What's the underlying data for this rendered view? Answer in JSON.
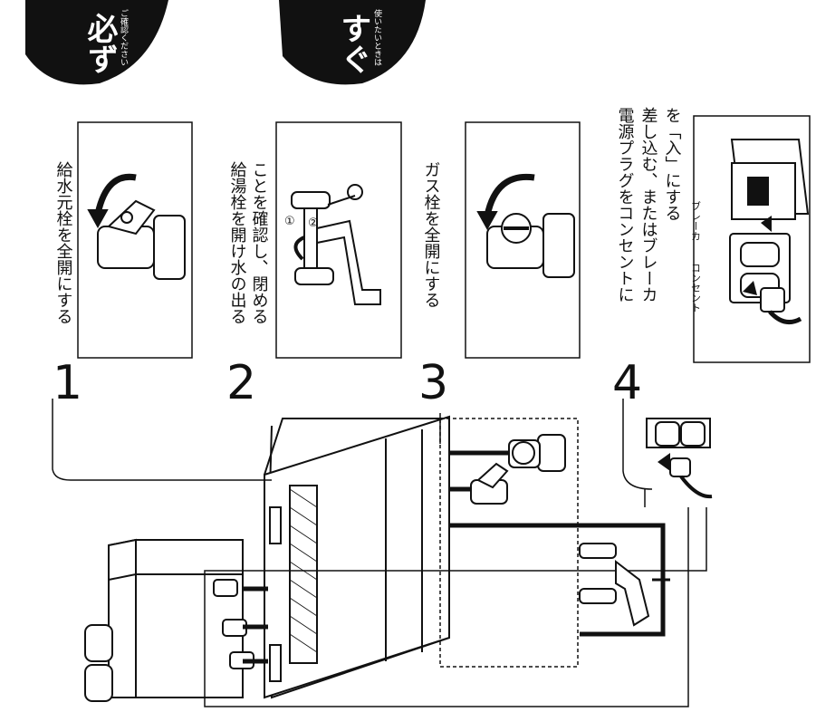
{
  "badges": {
    "left": {
      "main": "必ず",
      "sub": "ご確認ください"
    },
    "right": {
      "main": "すぐ",
      "sub": "使いたいときは"
    }
  },
  "steps": [
    {
      "number": "1",
      "text": "給水元栓を全開にする"
    },
    {
      "number": "2",
      "text_line1": "給湯栓を開け水の出る",
      "text_line2": "ことを確認し、閉める",
      "marker1": "①",
      "marker2": "②"
    },
    {
      "number": "3",
      "text": "ガス栓を全開にする"
    },
    {
      "number": "4",
      "text_line1": "電源プラグをコンセントに",
      "text_line2": "差し込む、またはブレーカ",
      "text_line3": "を「入」にする",
      "label_outlet": "コンセント",
      "label_breaker": "ブレーカ"
    }
  ]
}
